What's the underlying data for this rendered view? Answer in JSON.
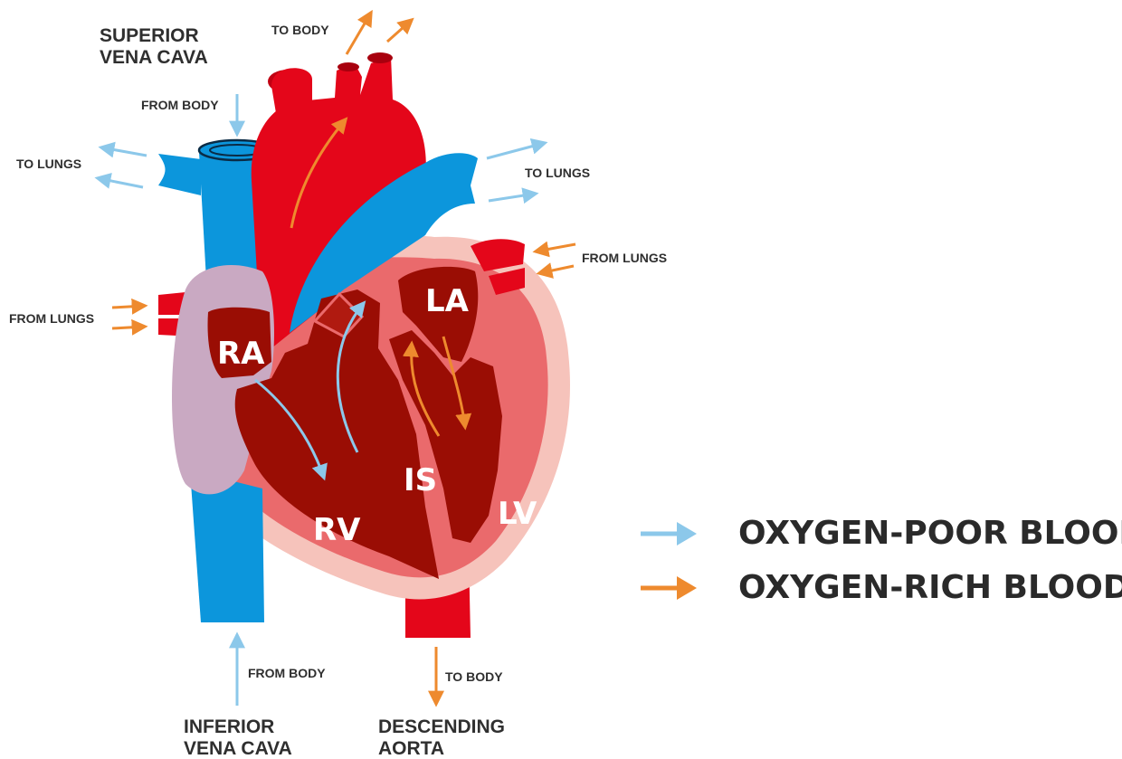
{
  "colors": {
    "oxygen_poor": "#8cc8ea",
    "oxygen_rich": "#ee8a2e",
    "vessel_blue": "#0c96dc",
    "aorta_red": "#e4061a",
    "chamber": "#9a0d04",
    "myocardium": "#ea6a6c",
    "pericardium": "#f6c3bb",
    "atrium_wall": "#c9a9c2"
  },
  "labels": {
    "superior_vena_cava": [
      "SUPERIOR",
      "VENA CAVA"
    ],
    "inferior_vena_cava": [
      "INFERIOR",
      "VENA CAVA"
    ],
    "descending_aorta": [
      "DESCENDING",
      "AORTA"
    ],
    "to_body_top": "TO BODY",
    "to_body_bottom": "TO BODY",
    "from_body_top": "FROM BODY",
    "from_body_bottom": "FROM BODY",
    "to_lungs_left": "TO LUNGS",
    "to_lungs_right": "TO LUNGS",
    "from_lungs_left": "FROM LUNGS",
    "from_lungs_right": "FROM LUNGS"
  },
  "chambers": {
    "ra": "RA",
    "rv": "RV",
    "la": "LA",
    "lv": "LV",
    "is": "IS"
  },
  "legend": [
    {
      "label": "OXYGEN-POOR BLOOD",
      "color": "#8cc8ea"
    },
    {
      "label": "OXYGEN-RICH BLOOD",
      "color": "#ee8a2e"
    }
  ]
}
